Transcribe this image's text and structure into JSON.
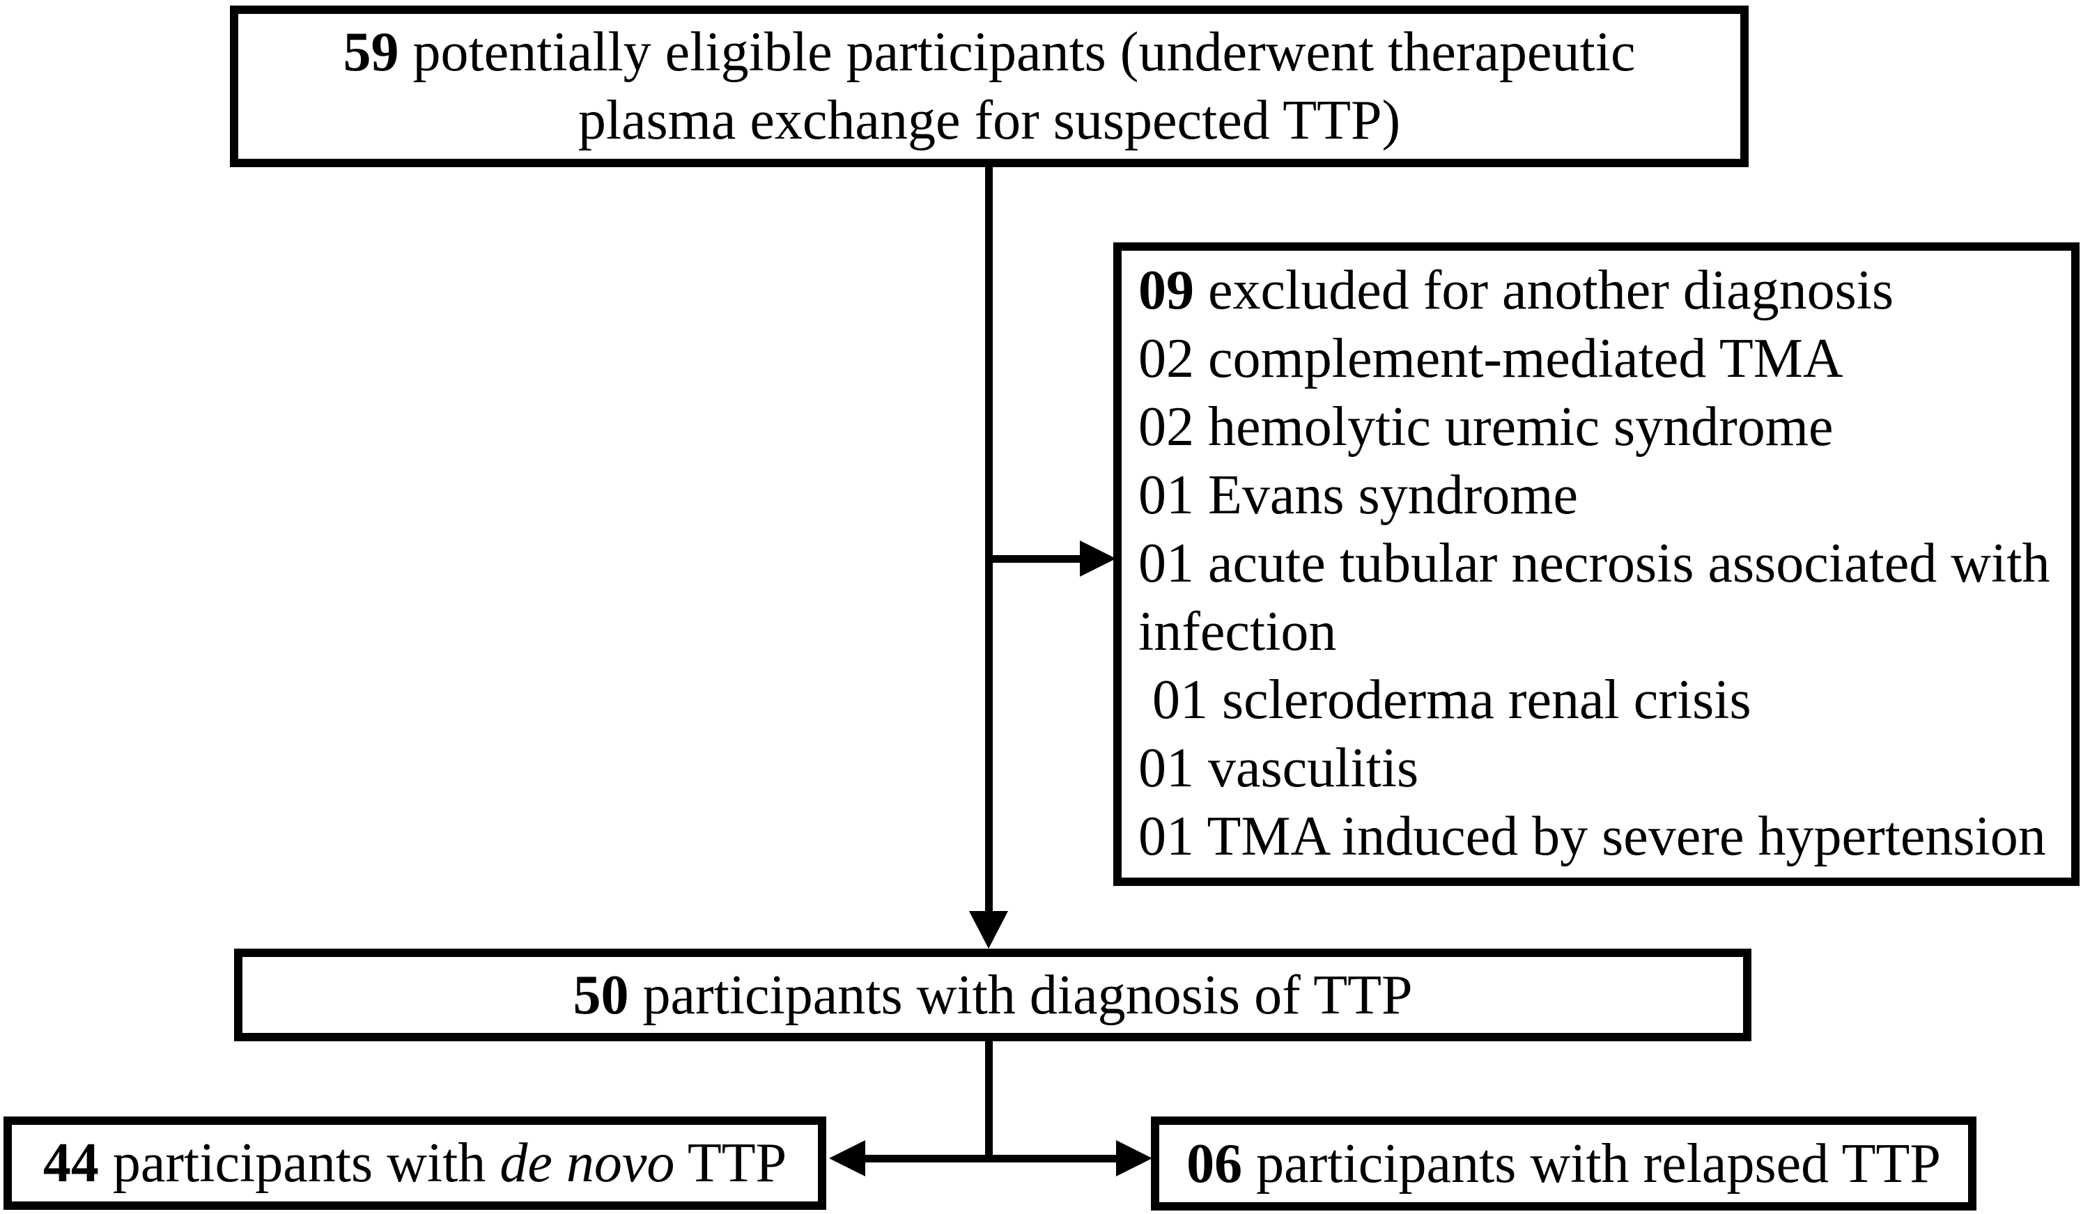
{
  "diagram": {
    "top_box": {
      "count": "59",
      "line1_rest": " potentially eligible participants (underwent therapeutic",
      "line2": "plasma exchange for suspected TTP)"
    },
    "exclusion_box": {
      "count": "09",
      "header_rest": " excluded for another diagnosis",
      "lines": [
        "02 complement-mediated TMA",
        "02 hemolytic uremic syndrome",
        "01 Evans syndrome",
        "01 acute tubular necrosis associated with",
        "infection",
        " 01 scleroderma renal crisis",
        "01 vasculitis",
        "01 TMA induced by severe hypertension"
      ]
    },
    "diagnosis_box": {
      "count": "50",
      "rest": " participants with diagnosis of TTP"
    },
    "de_novo_box": {
      "count": "44",
      "pre": " participants with ",
      "italic": "de novo",
      "post": " TTP"
    },
    "relapsed_box": {
      "count": "06",
      "rest": " participants with relapsed TTP"
    },
    "colors": {
      "line": "#000000",
      "background": "#ffffff",
      "text": "#000000"
    }
  }
}
